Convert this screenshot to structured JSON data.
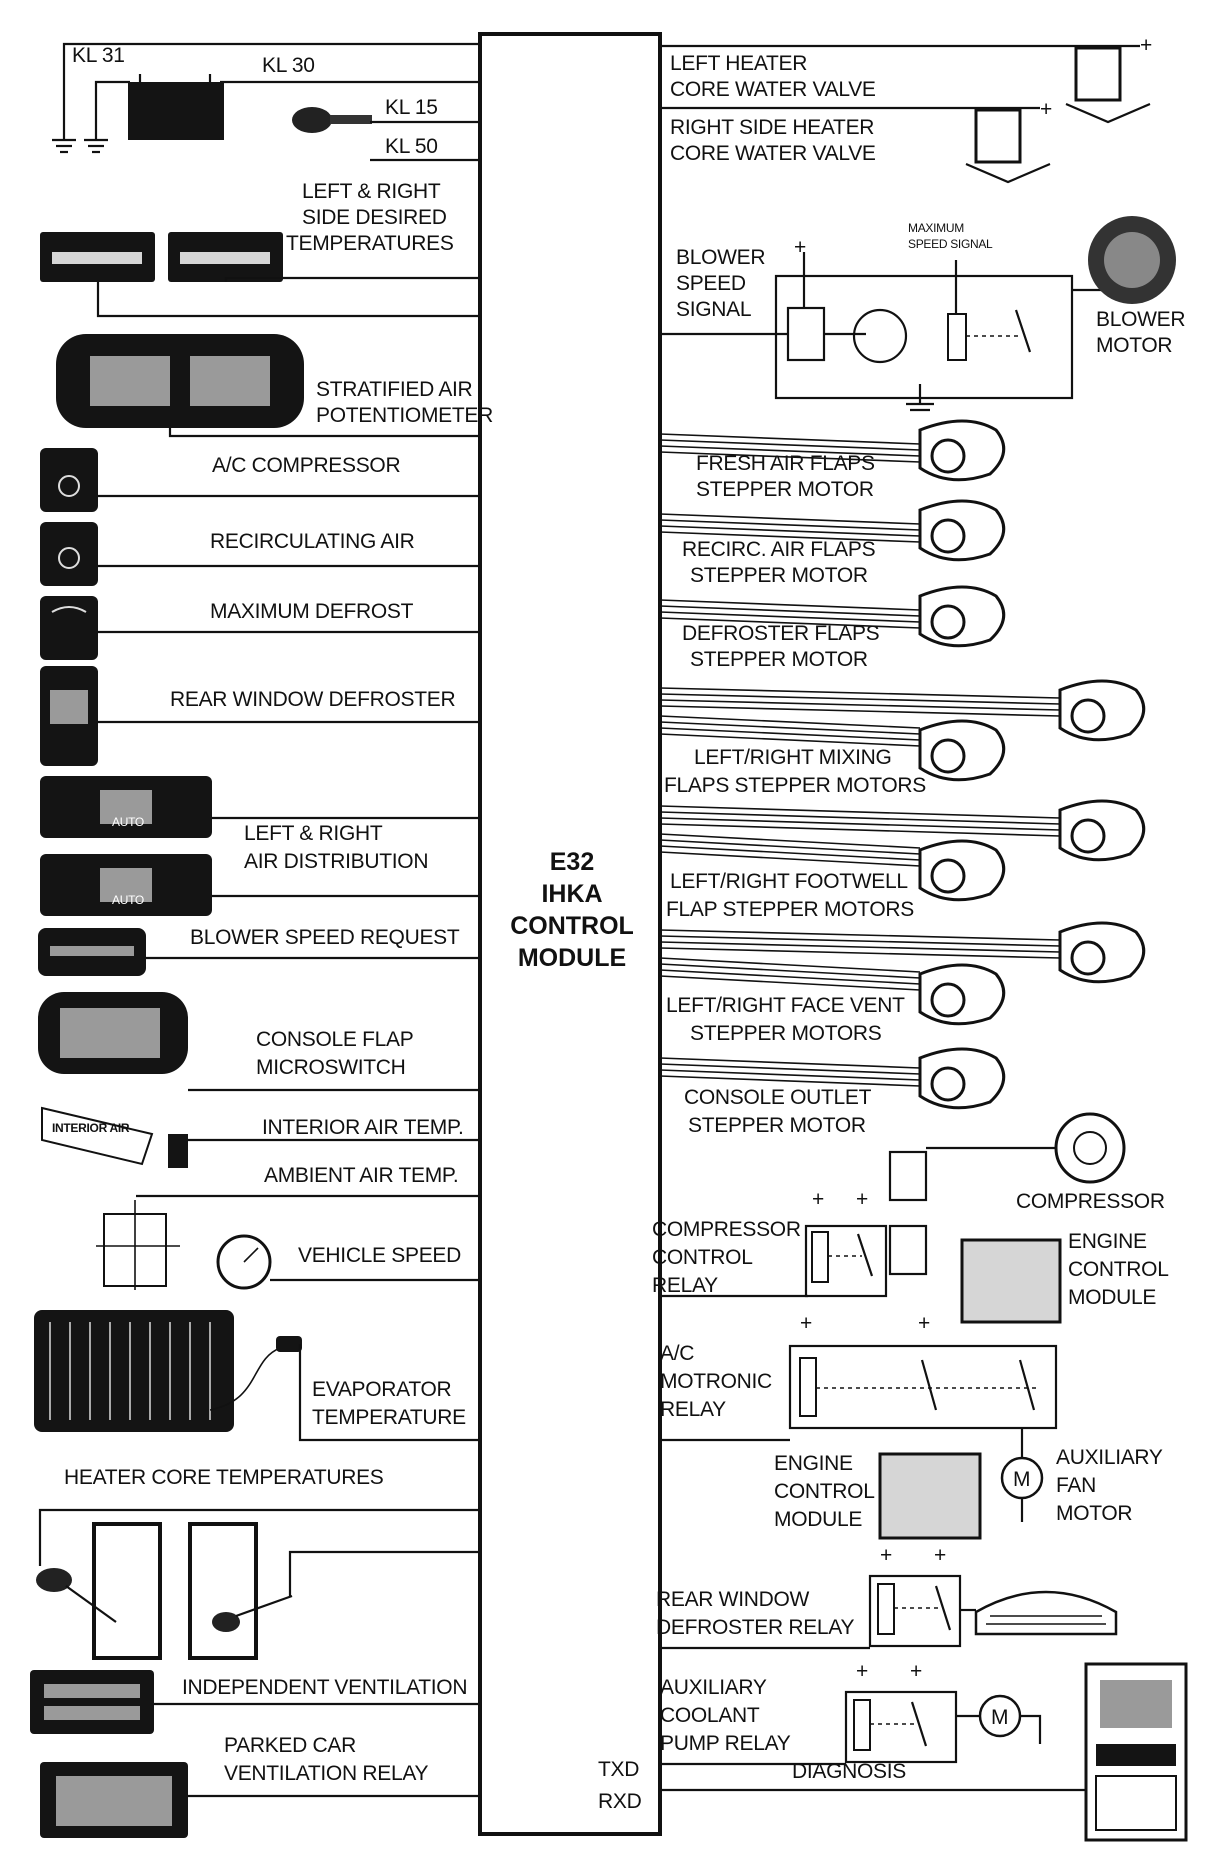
{
  "module": {
    "line1": "E32",
    "line2": "IHKA",
    "line3": "CONTROL",
    "line4": "MODULE"
  },
  "left": {
    "kl31": "KL 31",
    "kl30": "KL 30",
    "kl15": "KL  15",
    "kl50": "KL  50",
    "desired_temp": [
      "LEFT & RIGHT",
      "SIDE DESIRED",
      "TEMPERATURES"
    ],
    "stratified": [
      "STRATIFIED AIR",
      "POTENTIOMETER"
    ],
    "ac_compressor": "A/C COMPRESSOR",
    "recirculating": "RECIRCULATING AIR",
    "max_defrost": "MAXIMUM DEFROST",
    "rear_defroster": "REAR WINDOW DEFROSTER",
    "air_distribution": [
      "LEFT & RIGHT",
      "AIR DISTRIBUTION"
    ],
    "auto_label": "AUTO",
    "blower_request": "BLOWER SPEED REQUEST",
    "console_flap": [
      "CONSOLE FLAP",
      "MICROSWITCH"
    ],
    "interior_temp": "INTERIOR AIR TEMP.",
    "interior_tag": "INTERIOR AIR",
    "ambient_temp": "AMBIENT AIR TEMP.",
    "vehicle_speed": "VEHICLE SPEED",
    "evaporator": [
      "EVAPORATOR",
      "TEMPERATURE"
    ],
    "heater_core": "HEATER CORE TEMPERATURES",
    "indep_vent": "INDEPENDENT VENTILATION",
    "parked_car": [
      "PARKED CAR",
      "VENTILATION RELAY"
    ]
  },
  "right": {
    "left_valve": [
      "LEFT HEATER",
      "CORE WATER VALVE"
    ],
    "right_valve": [
      "RIGHT SIDE HEATER",
      "CORE WATER VALVE"
    ],
    "blower_signal": [
      "BLOWER",
      "SPEED",
      "SIGNAL"
    ],
    "max_speed": [
      "MAXIMUM",
      "SPEED SIGNAL"
    ],
    "blower_motor": [
      "BLOWER",
      "MOTOR"
    ],
    "fresh_air": [
      "FRESH AIR FLAPS",
      "STEPPER MOTOR"
    ],
    "recirc_flaps": [
      "RECIRC. AIR FLAPS",
      "STEPPER MOTOR"
    ],
    "defroster_flaps": [
      "DEFROSTER FLAPS",
      "STEPPER MOTOR"
    ],
    "mixing": [
      "LEFT/RIGHT MIXING",
      "FLAPS STEPPER MOTORS"
    ],
    "footwell": [
      "LEFT/RIGHT FOOTWELL",
      "FLAP STEPPER MOTORS"
    ],
    "face_vent": [
      "LEFT/RIGHT FACE VENT",
      "STEPPER MOTORS"
    ],
    "console_outlet": [
      "CONSOLE OUTLET",
      "STEPPER MOTOR"
    ],
    "compressor": "COMPRESSOR",
    "compressor_relay": [
      "COMPRESSOR",
      "CONTROL",
      "RELAY"
    ],
    "ecm1": [
      "ENGINE",
      "CONTROL",
      "MODULE"
    ],
    "motronic": [
      "A/C",
      "MOTRONIC",
      "RELAY"
    ],
    "ecm2": [
      "ENGINE",
      "CONTROL",
      "MODULE"
    ],
    "aux_fan": [
      "AUXILIARY",
      "FAN",
      "MOTOR"
    ],
    "rear_relay": [
      "REAR WINDOW",
      "DEFROSTER RELAY"
    ],
    "aux_pump": [
      "AUXILIARY",
      "COOLANT",
      "PUMP RELAY"
    ],
    "txd": "TXD",
    "rxd": "RXD",
    "diagnosis": "DIAGNOSIS",
    "motor_symbol": "M",
    "plus": "+"
  }
}
